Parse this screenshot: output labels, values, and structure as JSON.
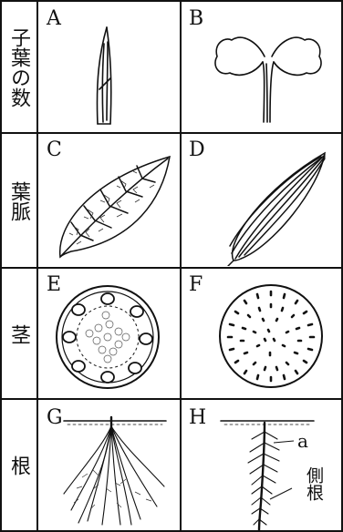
{
  "rows": [
    {
      "label": "子葉の数",
      "cells": [
        {
          "letter": "A"
        },
        {
          "letter": "B"
        }
      ]
    },
    {
      "label": "葉脈",
      "cells": [
        {
          "letter": "C"
        },
        {
          "letter": "D"
        }
      ]
    },
    {
      "label": "茎",
      "cells": [
        {
          "letter": "E"
        },
        {
          "letter": "F"
        }
      ]
    },
    {
      "label": "根",
      "cells": [
        {
          "letter": "G"
        },
        {
          "letter": "H"
        }
      ]
    }
  ],
  "annotations": {
    "a_label": "a",
    "lateral_root_label": "側根"
  }
}
